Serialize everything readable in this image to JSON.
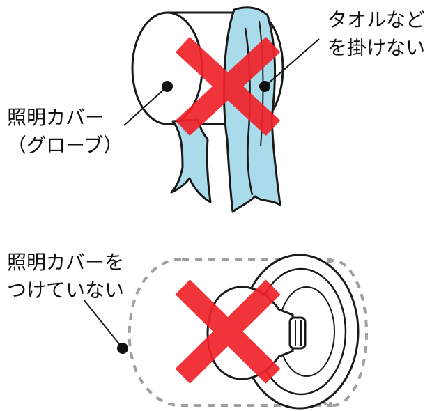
{
  "labels": {
    "towel_line1": "タオルなど",
    "towel_line2": "を掛けない",
    "globe_line1": "照明カバー",
    "globe_line2": "（グローブ）",
    "nocover_line1": "照明カバーを",
    "nocover_line2": "つけていない"
  },
  "colors": {
    "prohibit_mark": "#f0222a",
    "towel": "#a9dbea",
    "outline": "#1a1a1a",
    "dashed_cover": "#a0a0a0",
    "text": "#111111",
    "background": "#ffffff"
  }
}
